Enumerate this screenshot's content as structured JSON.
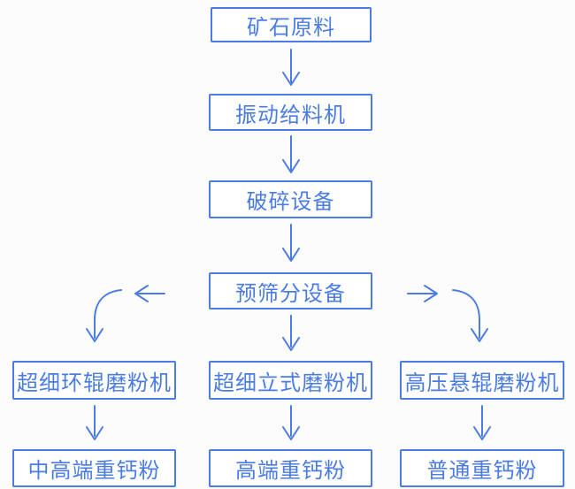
{
  "colors": {
    "accent": "#4b7ce2",
    "background": "#fcfcfc",
    "node_fill": "#ffffff"
  },
  "diagram": {
    "type": "flowchart",
    "nodes": {
      "ore": "矿石原料",
      "feeder": "振动给料机",
      "crusher": "破碎设备",
      "screen": "预筛分设备",
      "ring_mill": "超细环辊磨粉机",
      "vertical_mill": "超细立式磨粉机",
      "pressure_mill": "高压悬辊磨粉机",
      "mid_high_powder": "中高端重钙粉",
      "high_powder": "高端重钙粉",
      "ordinary_powder": "普通重钙粉"
    },
    "edges": [
      {
        "from": "ore",
        "to": "feeder",
        "style": "straight-down"
      },
      {
        "from": "feeder",
        "to": "crusher",
        "style": "straight-down"
      },
      {
        "from": "crusher",
        "to": "screen",
        "style": "straight-down"
      },
      {
        "from": "screen",
        "to": "ring_mill",
        "style": "left-then-curve-down"
      },
      {
        "from": "screen",
        "to": "vertical_mill",
        "style": "straight-down"
      },
      {
        "from": "screen",
        "to": "pressure_mill",
        "style": "right-then-curve-down"
      },
      {
        "from": "ring_mill",
        "to": "mid_high_powder",
        "style": "straight-down"
      },
      {
        "from": "vertical_mill",
        "to": "high_powder",
        "style": "straight-down"
      },
      {
        "from": "pressure_mill",
        "to": "ordinary_powder",
        "style": "straight-down"
      }
    ]
  }
}
